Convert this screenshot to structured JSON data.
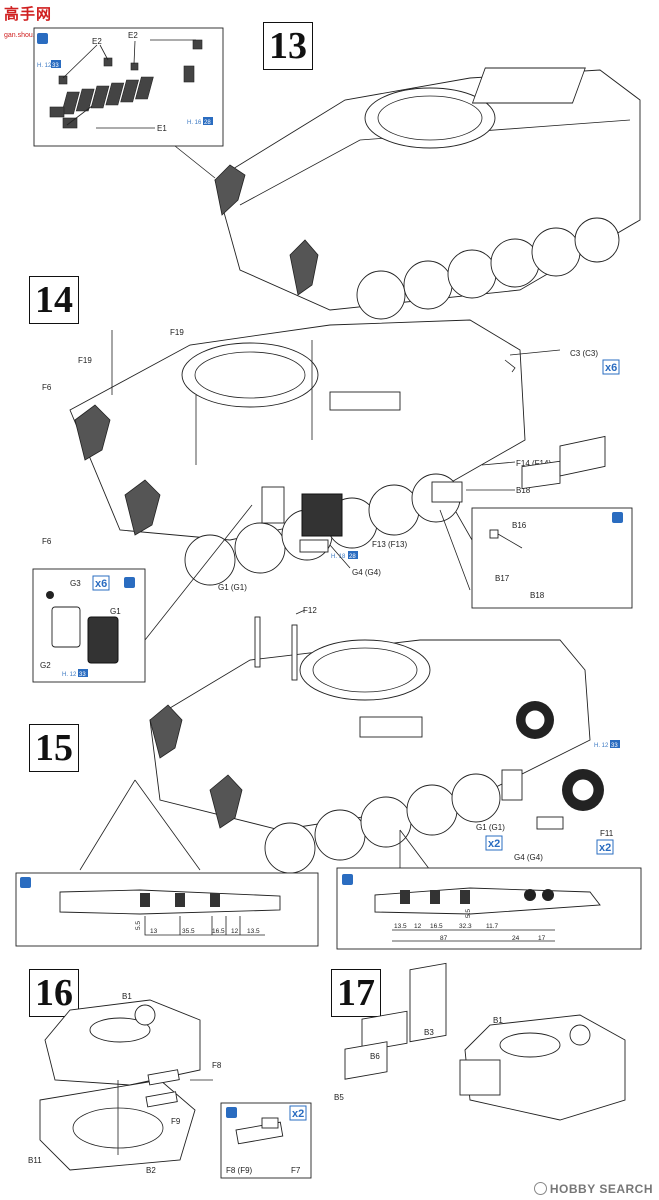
{
  "watermark_top": {
    "text": "高手网",
    "subtext": "gan.shou.com"
  },
  "watermark_bottom": "HOBBY SEARCH",
  "steps": [
    "13",
    "14",
    "15",
    "16",
    "17"
  ],
  "colors": {
    "accent": "#2a6cc0",
    "line": "#222222",
    "watermark_red": "#d02020"
  },
  "step13": {
    "labels": [
      "E2",
      "E2",
      "E1",
      "H. 12",
      "33",
      "H. 16",
      "28"
    ]
  },
  "step14": {
    "labels": [
      "F19",
      "F19",
      "F6",
      "F6",
      "C3 (C3)",
      "x6",
      "F14 (F14)",
      "B18",
      "F13 (F13)",
      "H. 18",
      "28",
      "G4 (G4)",
      "G1 (G1)",
      "B16",
      "B17",
      "B18"
    ],
    "inset_jerrycan": [
      "G3",
      "x6",
      "G1",
      "G2",
      "H. 12",
      "33"
    ]
  },
  "step15": {
    "labels": [
      "F12",
      "H. 12",
      "33",
      "G1 (G1)",
      "x2",
      "G4 (G4)",
      "F11",
      "x2"
    ],
    "dims_left": [
      "5.5",
      "13",
      "35.5",
      "16.5",
      "12",
      "13.5"
    ],
    "dims_right": [
      "5.5",
      "13.5",
      "12",
      "16.5",
      "32.3",
      "11.7",
      "87",
      "24",
      "17"
    ]
  },
  "step16": {
    "labels": [
      "B1",
      "F8",
      "B11",
      "F9",
      "B2",
      "F8 (F9)",
      "F7",
      "x2"
    ]
  },
  "step17": {
    "labels": [
      "B1",
      "B3",
      "B6",
      "B5"
    ]
  }
}
